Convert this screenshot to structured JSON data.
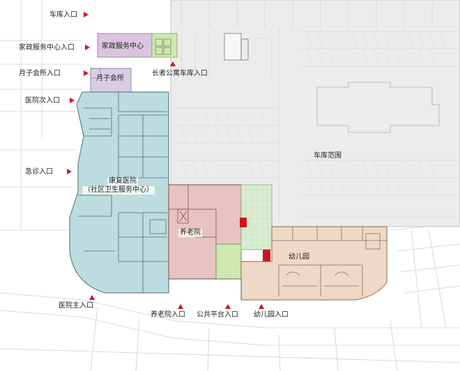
{
  "colors": {
    "hospital": "#bcdcdf",
    "nursing_home": "#e8c3c3",
    "kindergarten": "#eed9c6",
    "domestic_service": "#dcc3e0",
    "maternity": "#d9cce6",
    "green_block": "#cfe8b0",
    "courtyard": "#d8ecd0",
    "garage": "#e9e9e9",
    "arrow": "#d0121b"
  },
  "labels": {
    "garage_entrance": "车库入口",
    "domestic_center_entrance": "家政服务中心入口",
    "maternity_entrance": "月子会所入口",
    "hospital_secondary_entrance": "医院次入口",
    "emergency_entrance": "急诊入口",
    "hospital_main_entrance": "医院主入口",
    "nursing_home_entrance": "养老院入口",
    "public_platform_entrance": "公共平台入口",
    "kindergarten_entrance": "幼儿园入口",
    "senior_apartment_garage_entrance": "长者公寓车库入口"
  },
  "zones": {
    "domestic_service_center": "家政服务中心",
    "maternity_club": "月子会所",
    "rehab_hospital_line1": "康复医院",
    "rehab_hospital_line2": "（社区卫生服务中心）",
    "nursing_home": "养老院",
    "kindergarten": "幼儿园",
    "garage_area": "车库范围"
  }
}
